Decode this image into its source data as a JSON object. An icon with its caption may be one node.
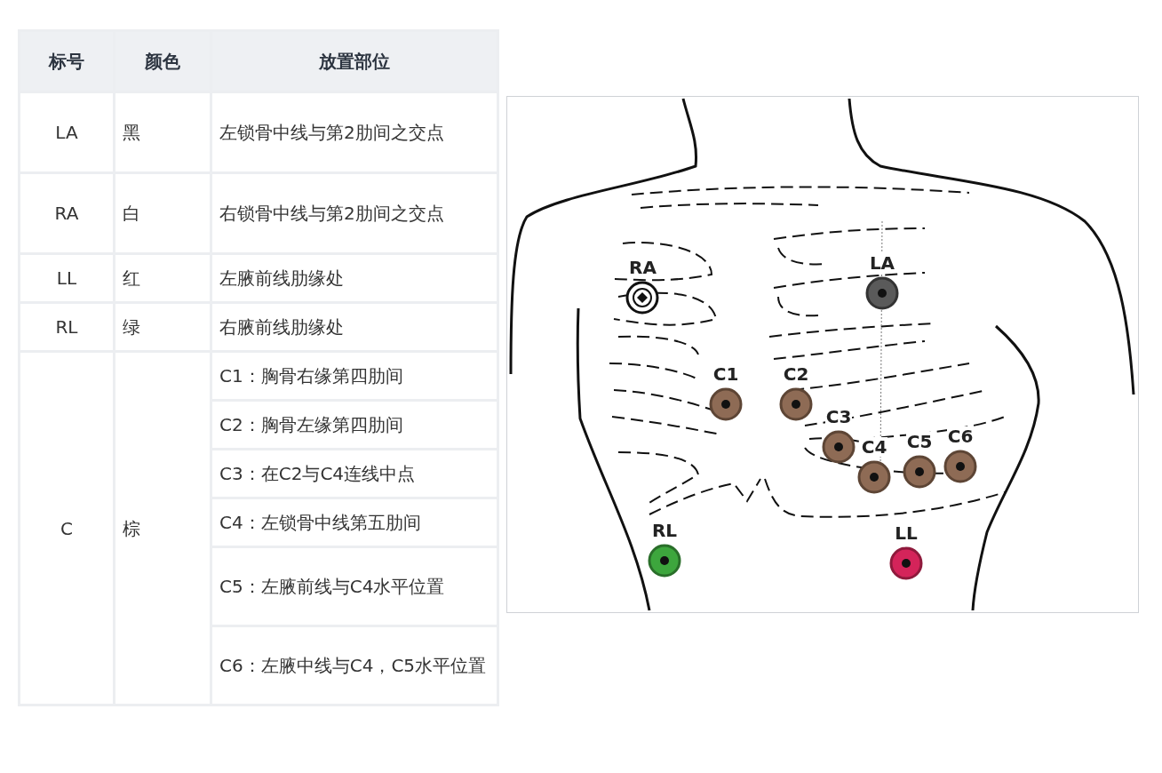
{
  "diagram": {
    "nodes": [
      {
        "text": [
          "RA"
        ]
      },
      {
        "text": [
          "LA"
        ]
      },
      {
        "text": [
          "C1"
        ]
      },
      {
        "text": [
          "C2"
        ]
      },
      {
        "text": [
          "C3"
        ]
      },
      {
        "text": [
          "C4"
        ]
      },
      {
        "text": [
          "C5"
        ]
      },
      {
        "text": [
          "C6"
        ]
      },
      {
        "text": [
          "RL"
        ]
      },
      {
        "text": [
          "LL"
        ]
      }
    ],
    "edges": [],
    "labels": [
      "标号",
      "颜色",
      "放置部位",
      "LA",
      "黑",
      "左锁骨中线与第2肋间之交点",
      "RA",
      "白",
      "右锁骨中线与第2肋间之交点",
      "LL",
      "红",
      "左腋前线肋缘处",
      "RL",
      "绿",
      "右腋前线肋缘处",
      "C",
      "棕",
      "C1：胸骨右缘第四肋间",
      "C2：胸骨左缘第四肋间",
      "C3：在C2与C4连线中点",
      "C4：左锁骨中线第五肋间",
      "C5：左腋前线与C4水平位置",
      "C6：左腋中线与C4，C5水平位置"
    ]
  }
}
